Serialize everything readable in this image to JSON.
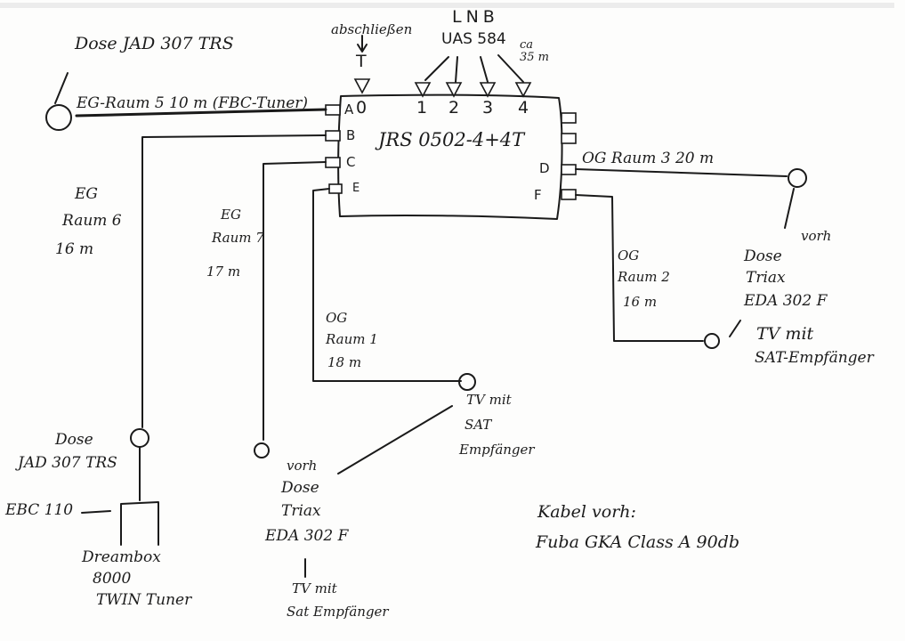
{
  "switch": {
    "title": "JRS 0502-4+4T",
    "inputs": [
      "0",
      "1",
      "2",
      "3",
      "4"
    ],
    "outputs_left": [
      "A",
      "B",
      "C",
      "E"
    ],
    "outputs_right": [
      "D",
      "F"
    ]
  },
  "lnb": {
    "title": "LNB",
    "model": "UAS 584",
    "length": "ca 35 m"
  },
  "terminator": {
    "label": "abschließen",
    "symbol": "T"
  },
  "rooms": {
    "a": "EG-Raum 5 10 m (FBC-Tuner)",
    "b": [
      "EG",
      "Raum 6",
      "16 m"
    ],
    "c": [
      "EG",
      "Raum 7",
      "17 m"
    ],
    "d": "OG Raum 3 20 m",
    "e": [
      "OG",
      "Raum 1",
      "18 m"
    ],
    "f": [
      "OG",
      "Raum 2",
      "16 m"
    ]
  },
  "outlets": {
    "dose_a": "Dose JAD 307 TRS",
    "dose_b": [
      "Dose",
      "JAD 307 TRS"
    ],
    "dose_c": [
      "vorh",
      "Dose",
      "Triax",
      "EDA 302 F"
    ],
    "dose_d": [
      "vorh",
      "Dose",
      "Triax",
      "EDA 302 F"
    ]
  },
  "devices": {
    "ebc": "EBC 110",
    "dreambox": [
      "Dreambox",
      "8000",
      "TWIN Tuner"
    ],
    "tv_c": [
      "TV mit",
      "Sat Empfänger"
    ],
    "tv_e": [
      "TV mit",
      "SAT",
      "Empfänger"
    ],
    "tv_f": [
      "TV mit",
      "SAT-Empfänger"
    ]
  },
  "cable_note": [
    "Kabel vorh:",
    "Fuba GKA Class A  90db"
  ]
}
